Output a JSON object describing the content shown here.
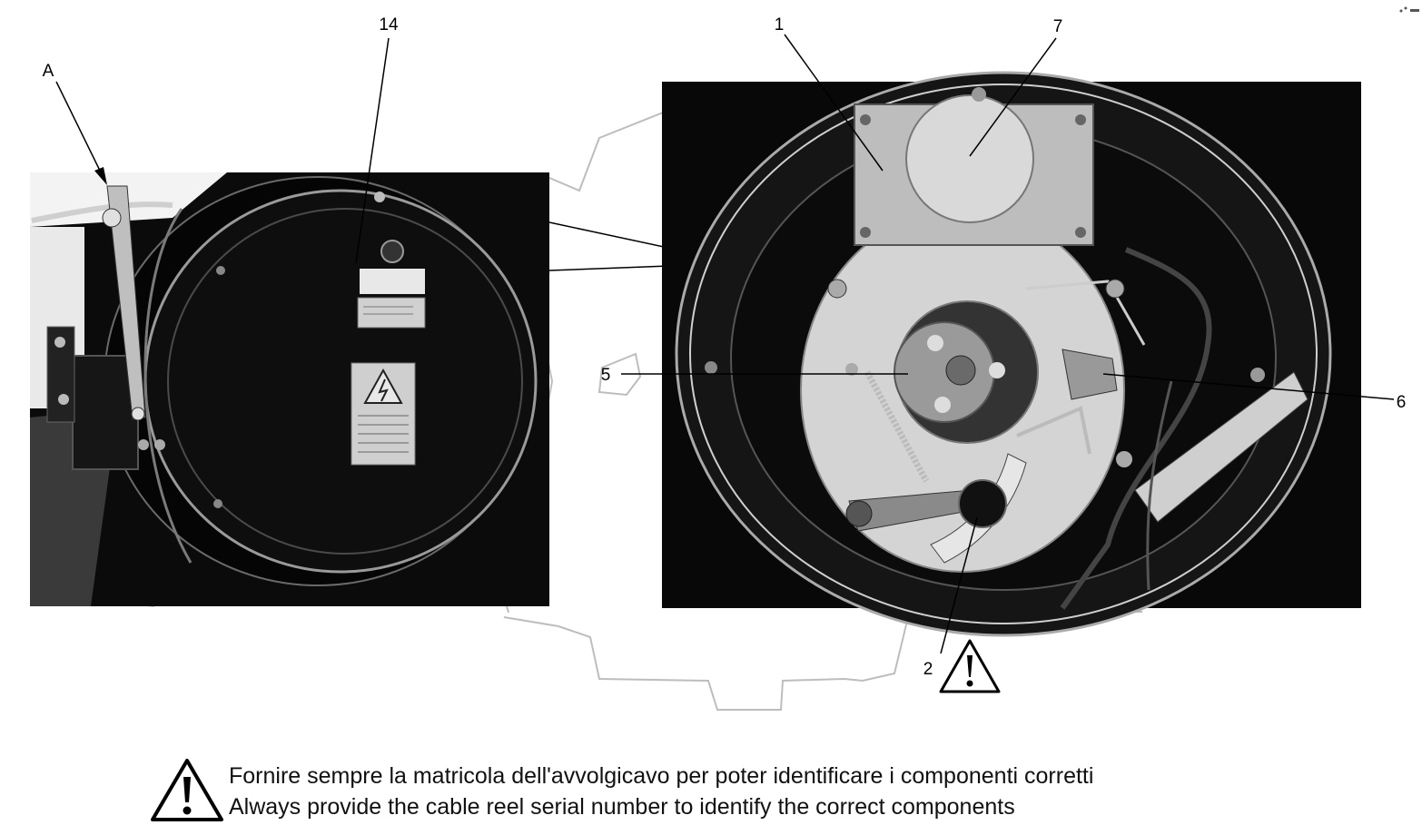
{
  "callouts": {
    "a": "A",
    "c14": "14",
    "c1": "1",
    "c7": "7",
    "c5": "5",
    "c6": "6",
    "c2": "2"
  },
  "notes": {
    "italian": "Fornire sempre la matricola dell'avvolgicavo per poter identificare i componenti corretti",
    "english": "Always provide the cable reel serial number to identify the correct components"
  },
  "icons": {
    "warning": "warning-triangle-icon",
    "gear_watermark": "gear-outline-icon"
  },
  "colors": {
    "photo_background": "#0a0a0a",
    "plate": "#d4d4d4",
    "line": "#000000"
  }
}
